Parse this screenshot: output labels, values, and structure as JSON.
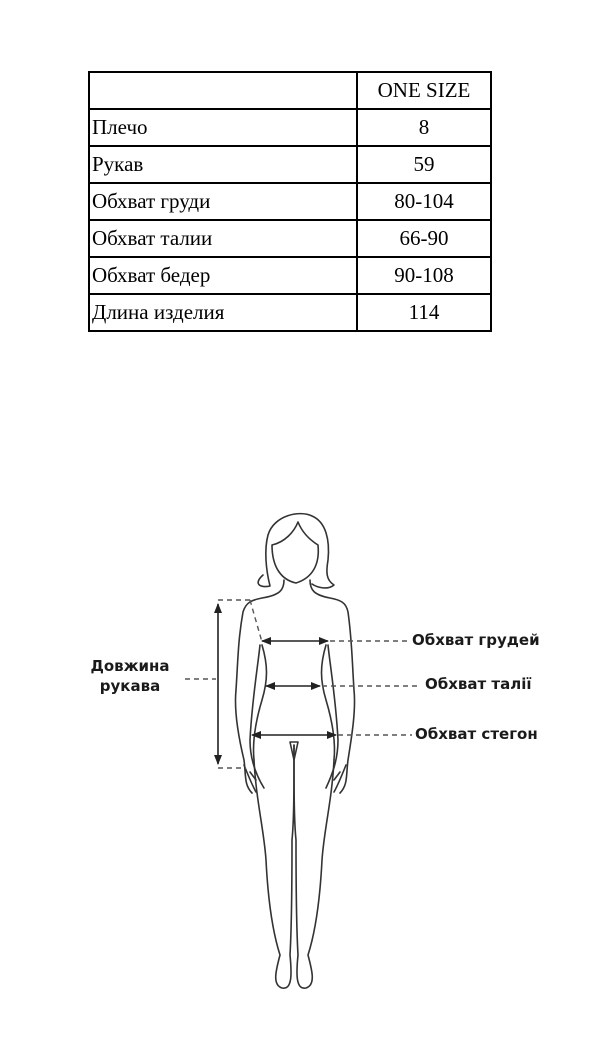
{
  "size_table": {
    "header": {
      "param": "",
      "size": "ONE SIZE"
    },
    "rows": [
      {
        "param": "Плечо",
        "value": "8"
      },
      {
        "param": "Рукав",
        "value": "59"
      },
      {
        "param": "Обхват груди",
        "value": "80-104"
      },
      {
        "param": "Обхват талии",
        "value": "66-90"
      },
      {
        "param": "Обхват бедер",
        "value": "90-108"
      },
      {
        "param": "Длина изделия",
        "value": "114"
      }
    ]
  },
  "figure": {
    "labels": {
      "sleeve_length_line1": "Довжина",
      "sleeve_length_line2": "рукава",
      "chest": "Обхват грудей",
      "waist": "Обхват талії",
      "hips": "Обхват стегон"
    },
    "colors": {
      "line": "#333333",
      "dash": "#555555"
    }
  }
}
